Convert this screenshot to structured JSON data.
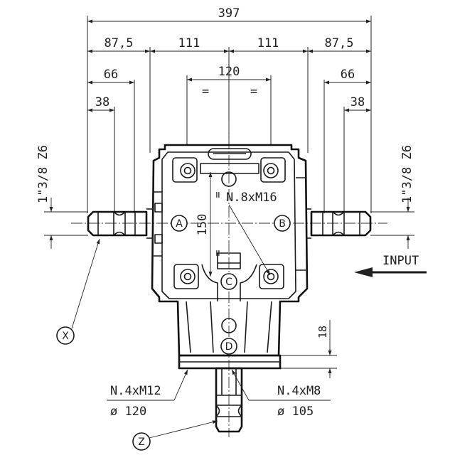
{
  "dimensions": {
    "total_width": "397",
    "outer_left": "87,5",
    "inner_left": "111",
    "inner_right": "111",
    "outer_right": "87,5",
    "bolt_spacing": "120",
    "equal_mark": "=",
    "left_66": "66",
    "right_66": "66",
    "left_38": "38",
    "right_38": "38",
    "vertical_150": "150",
    "flange_18": "18"
  },
  "shaft_spec_left": "1\"3/8 Z6",
  "shaft_spec_right": "1\"3/8 Z6",
  "callouts": {
    "top_holes": "N.8xM16",
    "input": "INPUT",
    "flange_left_thread": "N.4xM12",
    "flange_left_dia": "ø 120",
    "flange_right_thread": "N.4xM8",
    "flange_right_dia": "ø 105"
  },
  "shaft_labels": {
    "x": "X",
    "z": "Z"
  },
  "position_labels": {
    "a": "A",
    "b": "B",
    "c": "C",
    "d": "D"
  }
}
